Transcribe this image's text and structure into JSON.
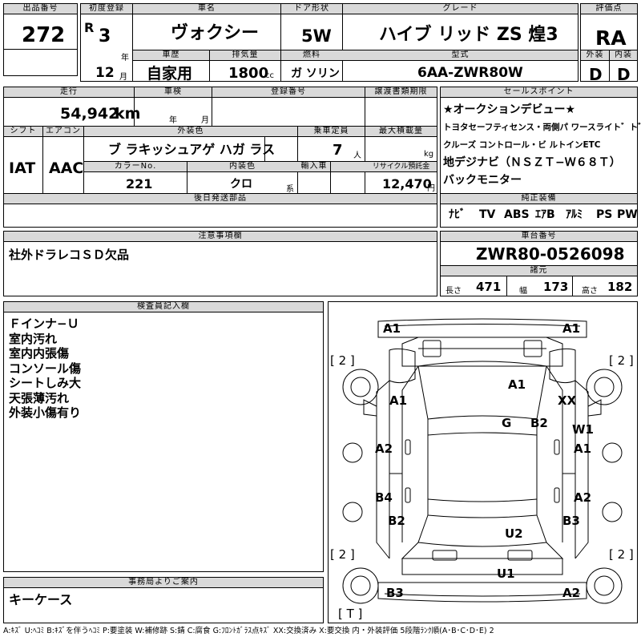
{
  "header": {
    "lot_label": "出品番号",
    "lot": "272",
    "reg_label": "初度登録",
    "era": "R",
    "year": "3",
    "year_unit": "年",
    "month": "12",
    "month_unit": "月",
    "name_label": "車名",
    "name": "ヴォクシー",
    "door_label": "ドア形状",
    "door": "5W",
    "grade_label": "グレード",
    "grade": "ハイブ リッド ZS 煌3",
    "score_label": "評価点",
    "score": "RA",
    "history_label": "車歴",
    "history": "自家用",
    "disp_label": "排気量",
    "disp": "1800",
    "disp_unit": "cc",
    "fuel_label": "燃料",
    "fuel": "ガ ソリン",
    "model_label": "型式",
    "model": "6AA-ZWR80W",
    "ext_label": "外装",
    "ext": "D",
    "int_label": "内装",
    "int": "D"
  },
  "row2": {
    "mileage_label": "走行",
    "mileage": "54,942",
    "mileage_unit": "km",
    "inspect_label": "車検",
    "inspect_year": "年",
    "inspect_month": "月",
    "regno_label": "登録番号",
    "transfer_label": "譲渡書類期限",
    "shift_label": "シフト",
    "shift": "IAT",
    "ac_label": "エアコン",
    "ac": "AAC",
    "color_label": "外装色",
    "color": "ブ ラキッシュアゲ ハガ ラス",
    "cap_label": "乗車定員",
    "cap": "7",
    "cap_unit": "人",
    "load_label": "最大積載量",
    "load_unit": "kg",
    "colorno_label": "カラーNo.",
    "colorno": "221",
    "intcolor_label": "内装色",
    "intcolor": "クロ",
    "intcolor_unit": "系",
    "import_label": "輸入車",
    "recycle_label": "リサイクル預託金",
    "recycle": "12,470",
    "recycle_unit": "円",
    "later_label": "後日発送部品"
  },
  "sales": {
    "label": "セールスポイント",
    "lines": [
      "★オークションデビュー★",
      "トヨタセーフティセンス・両側パ ワースライト゛ト゛ア",
      "クルーズ コントロール・ビ ルトインETC",
      "地デジナビ（ＮＳＺＴ−Ｗ６８Ｔ）",
      "バックモニター"
    ]
  },
  "equip": {
    "label": "純正装備",
    "items": [
      "ﾅﾋﾞ",
      "TV",
      "ABS",
      "ｴｱB",
      "ｱﾙﾐ",
      "PS",
      "PW"
    ]
  },
  "caution": {
    "label": "注意事項欄",
    "text": "社外ドラレコＳＤ欠品"
  },
  "chassis": {
    "label": "車台番号",
    "number": "ZWR80-0526098",
    "spec_label": "諸元",
    "len_label": "長さ",
    "len": "471",
    "wid_label": "幅",
    "wid": "173",
    "hgt_label": "高さ",
    "hgt": "182"
  },
  "inspector": {
    "label": "検査員記入欄",
    "lines": [
      "Ｆインナ−Ｕ",
      "室内汚れ",
      "室内内張傷",
      "コンソール傷",
      "シートしみ大",
      "天張薄汚れ",
      "外装小傷有り"
    ]
  },
  "diagram": {
    "marks": [
      "A1",
      "A1",
      "A1",
      "A1",
      "XX",
      "G",
      "B2",
      "W1",
      "A2",
      "A1",
      "B4",
      "A2",
      "B2",
      "B3",
      "U2",
      "U1",
      "B3",
      "A2"
    ],
    "tires": [
      "[ 2 ]",
      "[ 2 ]",
      "[ 2 ]",
      "[ 2 ]",
      "[ T ]"
    ]
  },
  "office": {
    "label": "事務局よりご案内",
    "text": "キーケース"
  },
  "legend": "A:ｷｽﾞ U:ﾍｺﾐ B:ｷｽﾞを伴うﾍｺﾐ P:要塗装 W:補修跡 S:錆 C:腐食 G:ﾌﾛﾝﾄｶﾞﾗｽ点ｷｽﾞ XX:交換済み X:要交換 内・外装評価 5段階ﾗﾝｸ順(A･B･C･D･E) 2"
}
